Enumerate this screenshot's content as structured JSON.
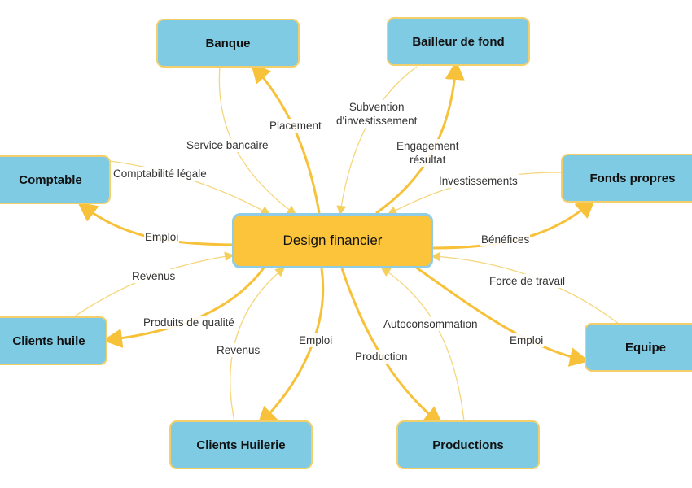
{
  "center": "Design financier",
  "nodes": {
    "banque": "Banque",
    "bailleur": "Bailleur de fond",
    "comptable": "Comptable",
    "fonds_propres": "Fonds propres",
    "clients_huile": "Clients huile",
    "equipe": "Equipe",
    "clients_huilerie": "Clients Huilerie",
    "productions": "Productions"
  },
  "labels": {
    "placement": "Placement",
    "service_bancaire": "Service bancaire",
    "subvention_1": "Subvention",
    "subvention_2": "d'investissement",
    "engagement_1": "Engagement",
    "engagement_2": "résultat",
    "comptabilite": "Comptabilité légale",
    "investissements": "Investissements",
    "emploi_comptable": "Emploi",
    "benefices": "Bénéfices",
    "revenus_huile": "Revenus",
    "force_travail": "Force de travail",
    "produits_qualite": "Produits de qualité",
    "autoconsommation": "Autoconsommation",
    "emploi_equipe": "Emploi",
    "emploi_huilerie": "Emploi",
    "revenus_huilerie": "Revenus",
    "production": "Production"
  },
  "colors": {
    "node_fill": "#7ecbe3",
    "node_border": "#f2cf6a",
    "center_fill": "#fbc43b",
    "center_border": "#8fcde6",
    "arrow": "#f7c13a",
    "thin_link": "#f5d67a"
  }
}
